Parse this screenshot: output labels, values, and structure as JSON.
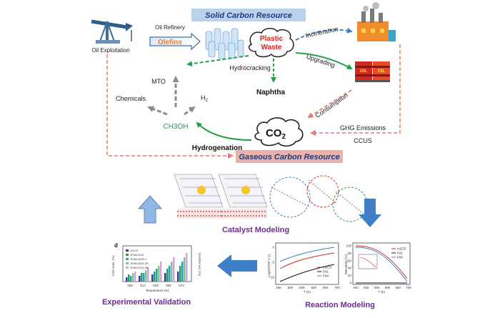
{
  "top": {
    "solid_banner": "Solid Carbon Resource",
    "gaseous_banner": "Gaseous Carbon Resource",
    "oil_exploitation": "Oil Exploitation",
    "oil_refinery": "Oil Refinery",
    "olefins": "Olefins",
    "plastic_line1": "Plastic",
    "plastic_line2": "Waste",
    "incineration": "Incineration",
    "upgrading": "Upgrading",
    "hydrocracking": "Hydrocracking",
    "naphtha": "Naphtha",
    "mto": "MTO",
    "chemicals": "Chemicals",
    "h2_main": "H",
    "h2_sub": "2",
    "ch3oh": "CH3OH",
    "consumption": "Consumption",
    "co2_main": "CO",
    "co2_sub": "2",
    "ghg": "GHG Emissions",
    "ccus": "CCUS",
    "hydrogenation": "Hydrogenation",
    "barrel1": "OIL",
    "barrel2": "OIL"
  },
  "bottom": {
    "catalyst_modeling": "Catalyst Modeling",
    "experimental_validation": "Experimental Validation",
    "reaction_modeling": "Reaction Modeling",
    "exp_panel": {
      "tag": "d",
      "ylabel_left": "CO2 conv. (%)",
      "ylabel_right": "CH3OH sel. (%)",
      "xlabel": "Temperature (K)",
      "ticks": [
        "493",
        "513",
        "533",
        "553",
        "573"
      ],
      "legend": [
        "In2O3",
        "1Pd/In2O3",
        "1Pd/In2O3-Z",
        "1Pd/In2O3-ZS",
        "1Pd/In2O3-ZE"
      ]
    },
    "rx_left": {
      "ylabel": "Log10(TOF s-1)",
      "xlabel": "T (K)",
      "legend": [
        "In2O3",
        "Pd1",
        "Pd4"
      ],
      "yticks": [
        "0",
        "-5",
        "-10"
      ],
      "xticks": [
        "450",
        "500",
        "550",
        "600",
        "650",
        "700"
      ]
    },
    "rx_right": {
      "ylabel": "Selectivity (%)",
      "xlabel": "T (K)",
      "legend": [
        "In2O3",
        "Pd1",
        "Pd4"
      ],
      "yticks": [
        "100",
        "80",
        "60",
        "40",
        "20",
        "0"
      ],
      "xticks": [
        "450",
        "500",
        "550",
        "600",
        "650",
        "700"
      ]
    }
  },
  "colors": {
    "banner_blue": "#b9d3ee",
    "banner_pink": "#e6b2ae",
    "banner_text": "#1f3a7a",
    "green": "#23a04a",
    "grey_arrow": "#8c8c8c",
    "dashed_red": "#e07e73",
    "blue_arrow": "#3f7fc8",
    "light_blue_arrow": "#8fb8e4",
    "purple_label": "#6c2d8e",
    "red_text": "#d82020",
    "orange_text": "#ed7d2a"
  }
}
